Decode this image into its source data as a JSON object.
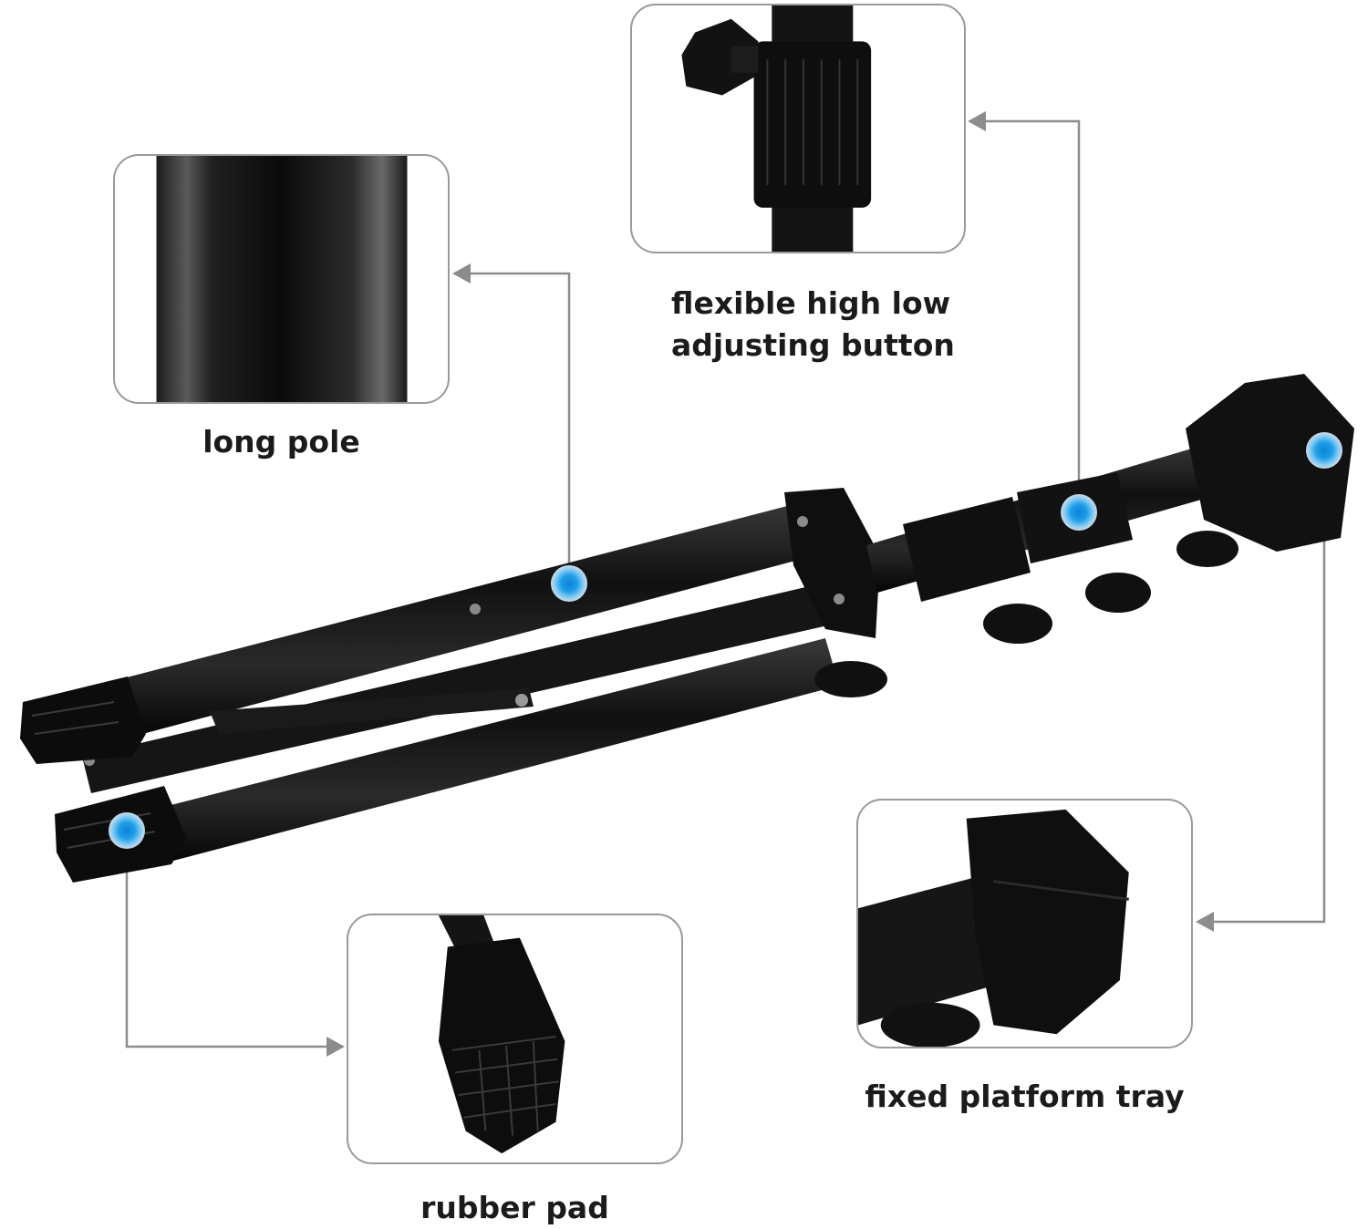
{
  "callouts": {
    "long_pole": {
      "label": "long pole"
    },
    "adjusting_button": {
      "line1": "flexible high low",
      "line2": "adjusting button"
    },
    "platform_tray": {
      "label": "fixed platform tray"
    },
    "rubber_pad": {
      "label": "rubber pad"
    }
  },
  "colors": {
    "stand": "#141414",
    "connector": "#8c8c8c",
    "marker": "#1f9ee8",
    "panel_border": "#9a9a9a",
    "text": "#1b1b1b"
  }
}
